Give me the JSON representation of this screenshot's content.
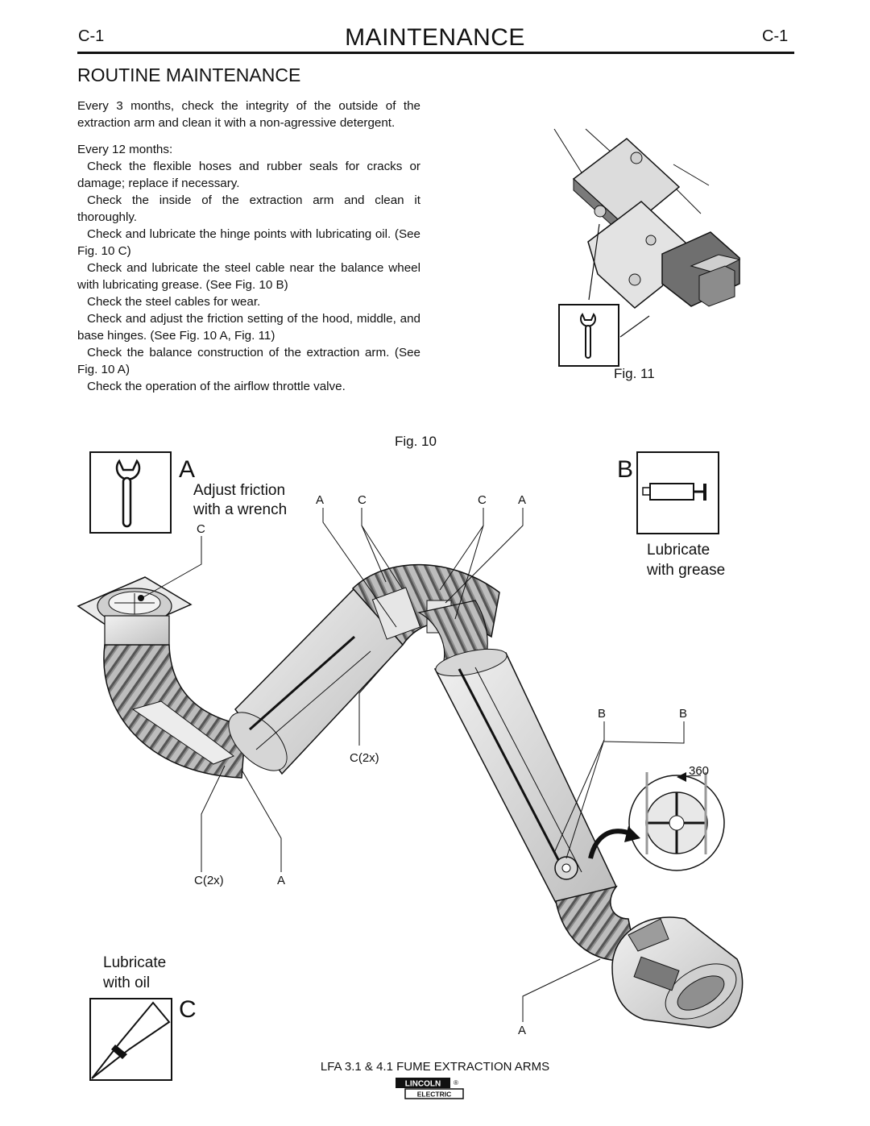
{
  "header": {
    "page_code_left": "C-1",
    "title": "MAINTENANCE",
    "page_code_right": "C-1"
  },
  "section_title": "ROUTINE MAINTENANCE",
  "intro": "Every 3 months, check the integrity of the outside of the extraction arm and clean it with a non-agressive detergent.",
  "twelve_months_heading": "Every 12 months:",
  "checklist": [
    "Check the flexible hoses and rubber seals for cracks or damage; replace if necessary.",
    "Check the inside of the extraction arm and clean it thoroughly.",
    "Check and lubricate the hinge points with lubricating oil. (See Fig. 10 C)",
    "Check and lubricate the steel cable near the balance wheel with lubricating grease. (See Fig. 10 B)",
    "Check the steel cables for wear.",
    "Check and adjust the friction setting of the hood, middle, and base hinges. (See Fig. 10 A, Fig. 11)",
    "Check the balance construction of the extraction arm. (See Fig. 10 A)",
    "Check the operation of the airflow throttle valve."
  ],
  "fig11": {
    "caption": "Fig. 11"
  },
  "fig10": {
    "caption": "Fig. 10",
    "letter_a": "A",
    "adjust_friction": "Adjust friction",
    "with_a_wrench": "with a wrench",
    "letter_b": "B",
    "lubricate_grease": "Lubricate",
    "with_grease": "with grease",
    "letter_c": "C",
    "lubricate_oil": "Lubricate",
    "with_oil": "with oil",
    "callouts": {
      "top_a1": "A",
      "top_c1": "C",
      "top_c2": "C",
      "top_a2": "A",
      "base_c": "C",
      "mid_c2x": "C(2x)",
      "low_c2x": "C(2x)",
      "low_a": "A",
      "b1": "B",
      "b2": "B",
      "rotation": "360",
      "bottom_a": "A"
    }
  },
  "footer": {
    "product": "LFA 3.1 & 4.1 FUME EXTRACTION ARMS",
    "logo_top": "LINCOLN",
    "logo_reg": "®",
    "logo_bottom": "ELECTRIC"
  }
}
